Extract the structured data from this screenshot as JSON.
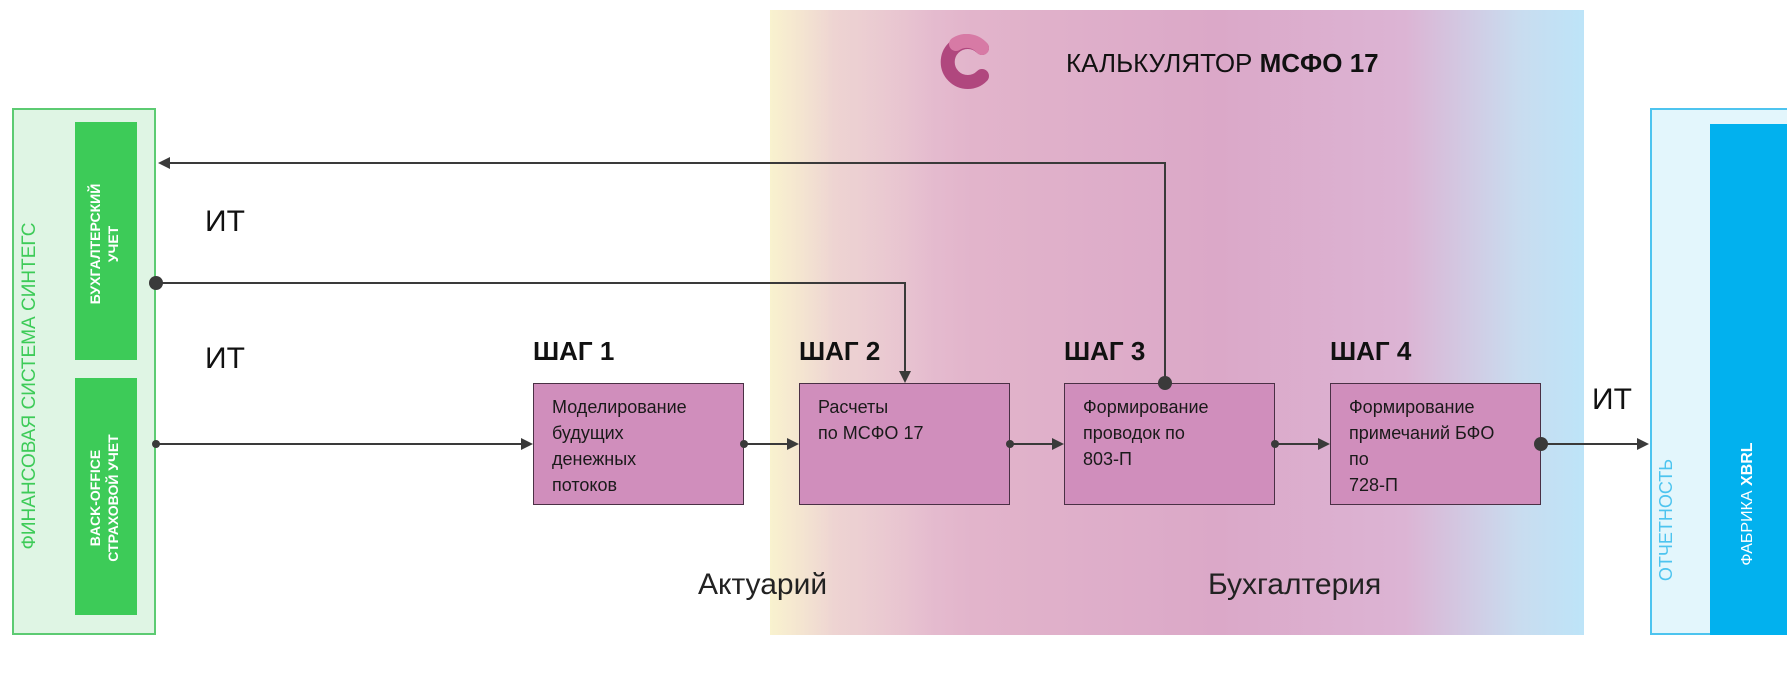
{
  "header": {
    "title_prefix": "КАЛЬКУЛЯТОР ",
    "title_bold": "МСФО 17",
    "logo_icon": "c-logo-icon"
  },
  "left_system": {
    "title": "ФИНАНСОВАЯ СИСТЕМА СИНТЕГС",
    "accounting": "БУХГАЛТЕРСКИЙ\nУЧЕТ",
    "backoffice": "BACK-OFFICE\nСТРАХОВОЙ УЧЕТ"
  },
  "right_system": {
    "title": "ОТЧЕТНОСТЬ",
    "factory_prefix": "ФАБРИКА ",
    "factory_bold": "XBRL"
  },
  "it_labels": {
    "top": "ИТ",
    "middle": "ИТ",
    "right": "ИТ"
  },
  "steps": [
    {
      "label": "ШАГ 1",
      "text": "Моделирование\nбудущих\nденежных\nпотоков"
    },
    {
      "label": "ШАГ 2",
      "text": "Расчеты\nпо МСФО 17"
    },
    {
      "label": "ШАГ 3",
      "text": "Формирование\nпроводок по\n803-П"
    },
    {
      "label": "ШАГ 4",
      "text": "Формирование\nпримечаний БФО\nпо\n728-П"
    }
  ],
  "roles": {
    "actuary": "Актуарий",
    "accounting": "Бухгалтерия"
  },
  "colors": {
    "green": "#3dcb58",
    "blue": "#02b1ee",
    "step_box": "#d08ebc",
    "logo": "#b0477e"
  }
}
